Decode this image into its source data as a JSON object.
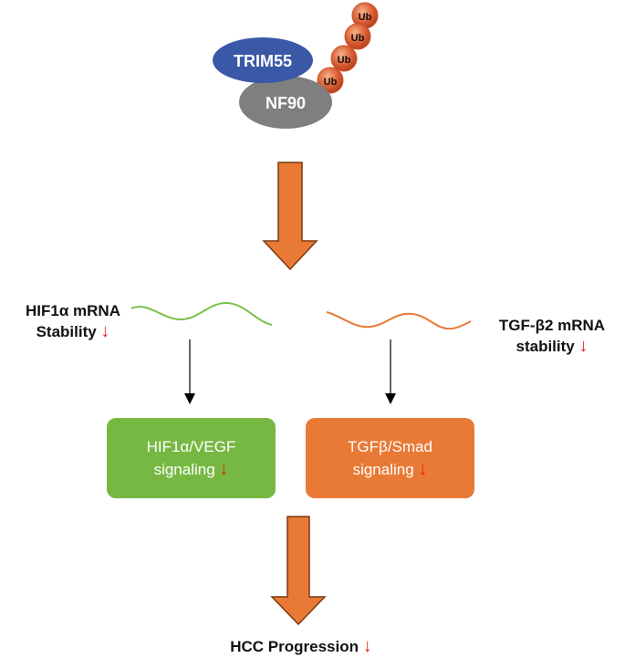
{
  "diagram": {
    "complex": {
      "trim55_label": "TRIM55",
      "nf90_label": "NF90",
      "ubiquitin_label": "Ub",
      "ubiquitin_count": 4
    },
    "left_branch": {
      "mrna_label_line1": "HIF1α mRNA",
      "mrna_label_line2": "Stability",
      "down_arrow": "↓",
      "signaling_line1": "HIF1α/VEGF",
      "signaling_line2": "signaling",
      "signaling_down": "↓"
    },
    "right_branch": {
      "mrna_label_line1": "TGF-β2 mRNA",
      "mrna_label_line2": "stability",
      "down_arrow": "↓",
      "signaling_line1": "TGFβ/Smad",
      "signaling_line2": "signaling",
      "signaling_down": "↓"
    },
    "outcome": {
      "label": "HCC Progression",
      "down_arrow": "↓"
    },
    "colors": {
      "trim55": "#3b58a6",
      "nf90": "#7f7f7f",
      "ubiquitin": "#d9532b",
      "big_arrow_fill": "#e87a36",
      "big_arrow_stroke": "#7a3a10",
      "left_wave": "#7cc04a",
      "right_wave": "#e87a36",
      "left_box": "#77b843",
      "right_box": "#e87a36",
      "decrease_arrow": "#e2231a"
    }
  }
}
